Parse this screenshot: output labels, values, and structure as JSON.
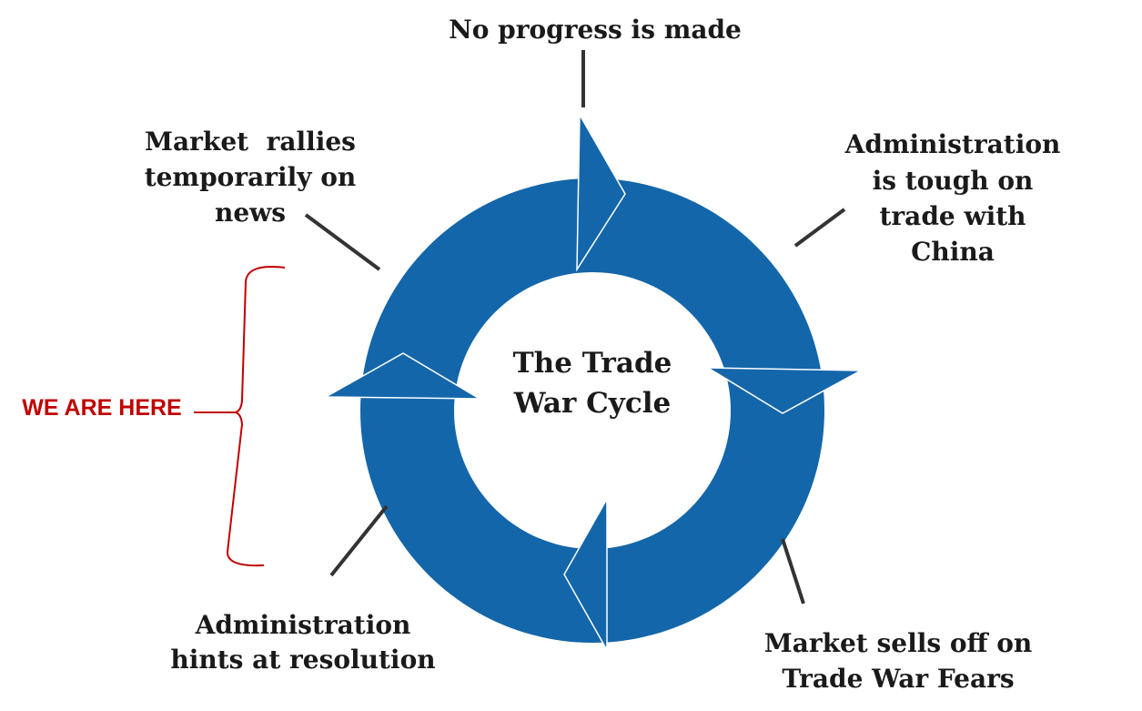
{
  "title": {
    "line1": "The Trade",
    "line2": "War Cycle"
  },
  "stages": {
    "top": {
      "lines": [
        "No progress is made"
      ]
    },
    "top_right": {
      "lines": [
        "Administration",
        "is tough on",
        "trade with",
        "China"
      ]
    },
    "bottom_right": {
      "lines": [
        "Market sells off on",
        "Trade War Fears"
      ]
    },
    "bottom_left": {
      "lines": [
        "Administration",
        "hints at resolution"
      ]
    },
    "top_left": {
      "lines": [
        "Market  rallies",
        "temporarily on",
        "news"
      ]
    }
  },
  "marker": {
    "label": "WE ARE HERE"
  },
  "colors": {
    "cycle_blue": "#1466aa",
    "marker_red": "#c00000",
    "text": "#1a1a1a",
    "connector": "#333333"
  }
}
